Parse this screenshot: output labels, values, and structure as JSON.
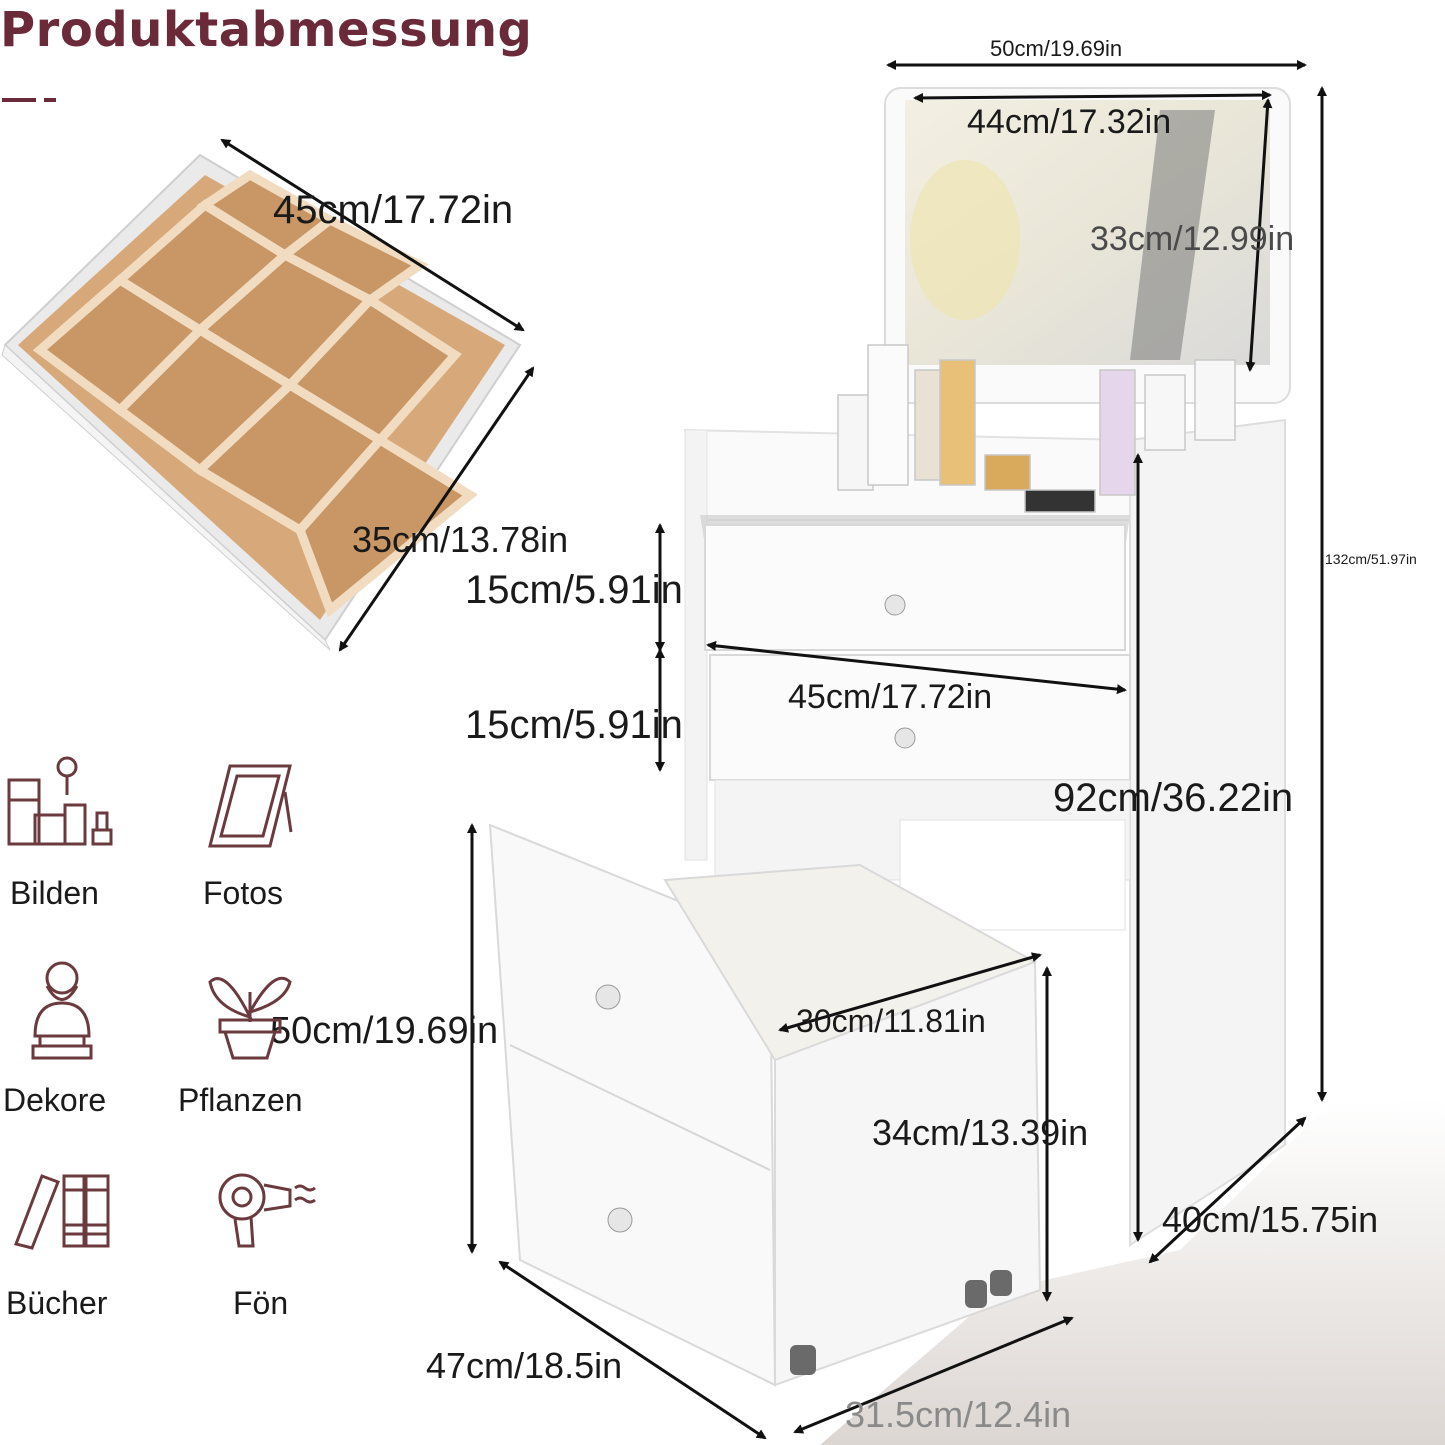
{
  "title": "Produktabmessung",
  "dimensions": {
    "mirror_outer_width": "50cm/19.69in",
    "mirror_inner_width": "44cm/17.32in",
    "mirror_height": "33cm/12.99in",
    "total_height": "132cm/51.97in",
    "drawer_organizer_width": "45cm/17.72in",
    "drawer_organizer_depth": "35cm/13.78in",
    "drawer_height_1": "15cm/5.91in",
    "drawer_height_2": "15cm/5.91in",
    "drawer_width": "45cm/17.72in",
    "table_height": "92cm/36.22in",
    "stool_height": "50cm/19.69in",
    "stool_seat_width": "30cm/11.81in",
    "stool_body_height": "34cm/13.39in",
    "table_depth": "40cm/15.75in",
    "stool_depth": "47cm/18.5in",
    "stool_width": "31.5cm/12.4in"
  },
  "uses": [
    {
      "label": "Bilden",
      "icon": "cosmetics-icon"
    },
    {
      "label": "Fotos",
      "icon": "photo-frame-icon"
    },
    {
      "label": "Dekore",
      "icon": "bust-statue-icon"
    },
    {
      "label": "Pflanzen",
      "icon": "potted-plant-icon"
    },
    {
      "label": "Bücher",
      "icon": "books-icon"
    },
    {
      "label": "Fön",
      "icon": "hair-dryer-icon"
    }
  ],
  "colors": {
    "accent": "#6b2a3a",
    "icon_stroke": "#6b3a3f",
    "wood": "#d7a97a",
    "furniture": "#f7f7f7"
  }
}
